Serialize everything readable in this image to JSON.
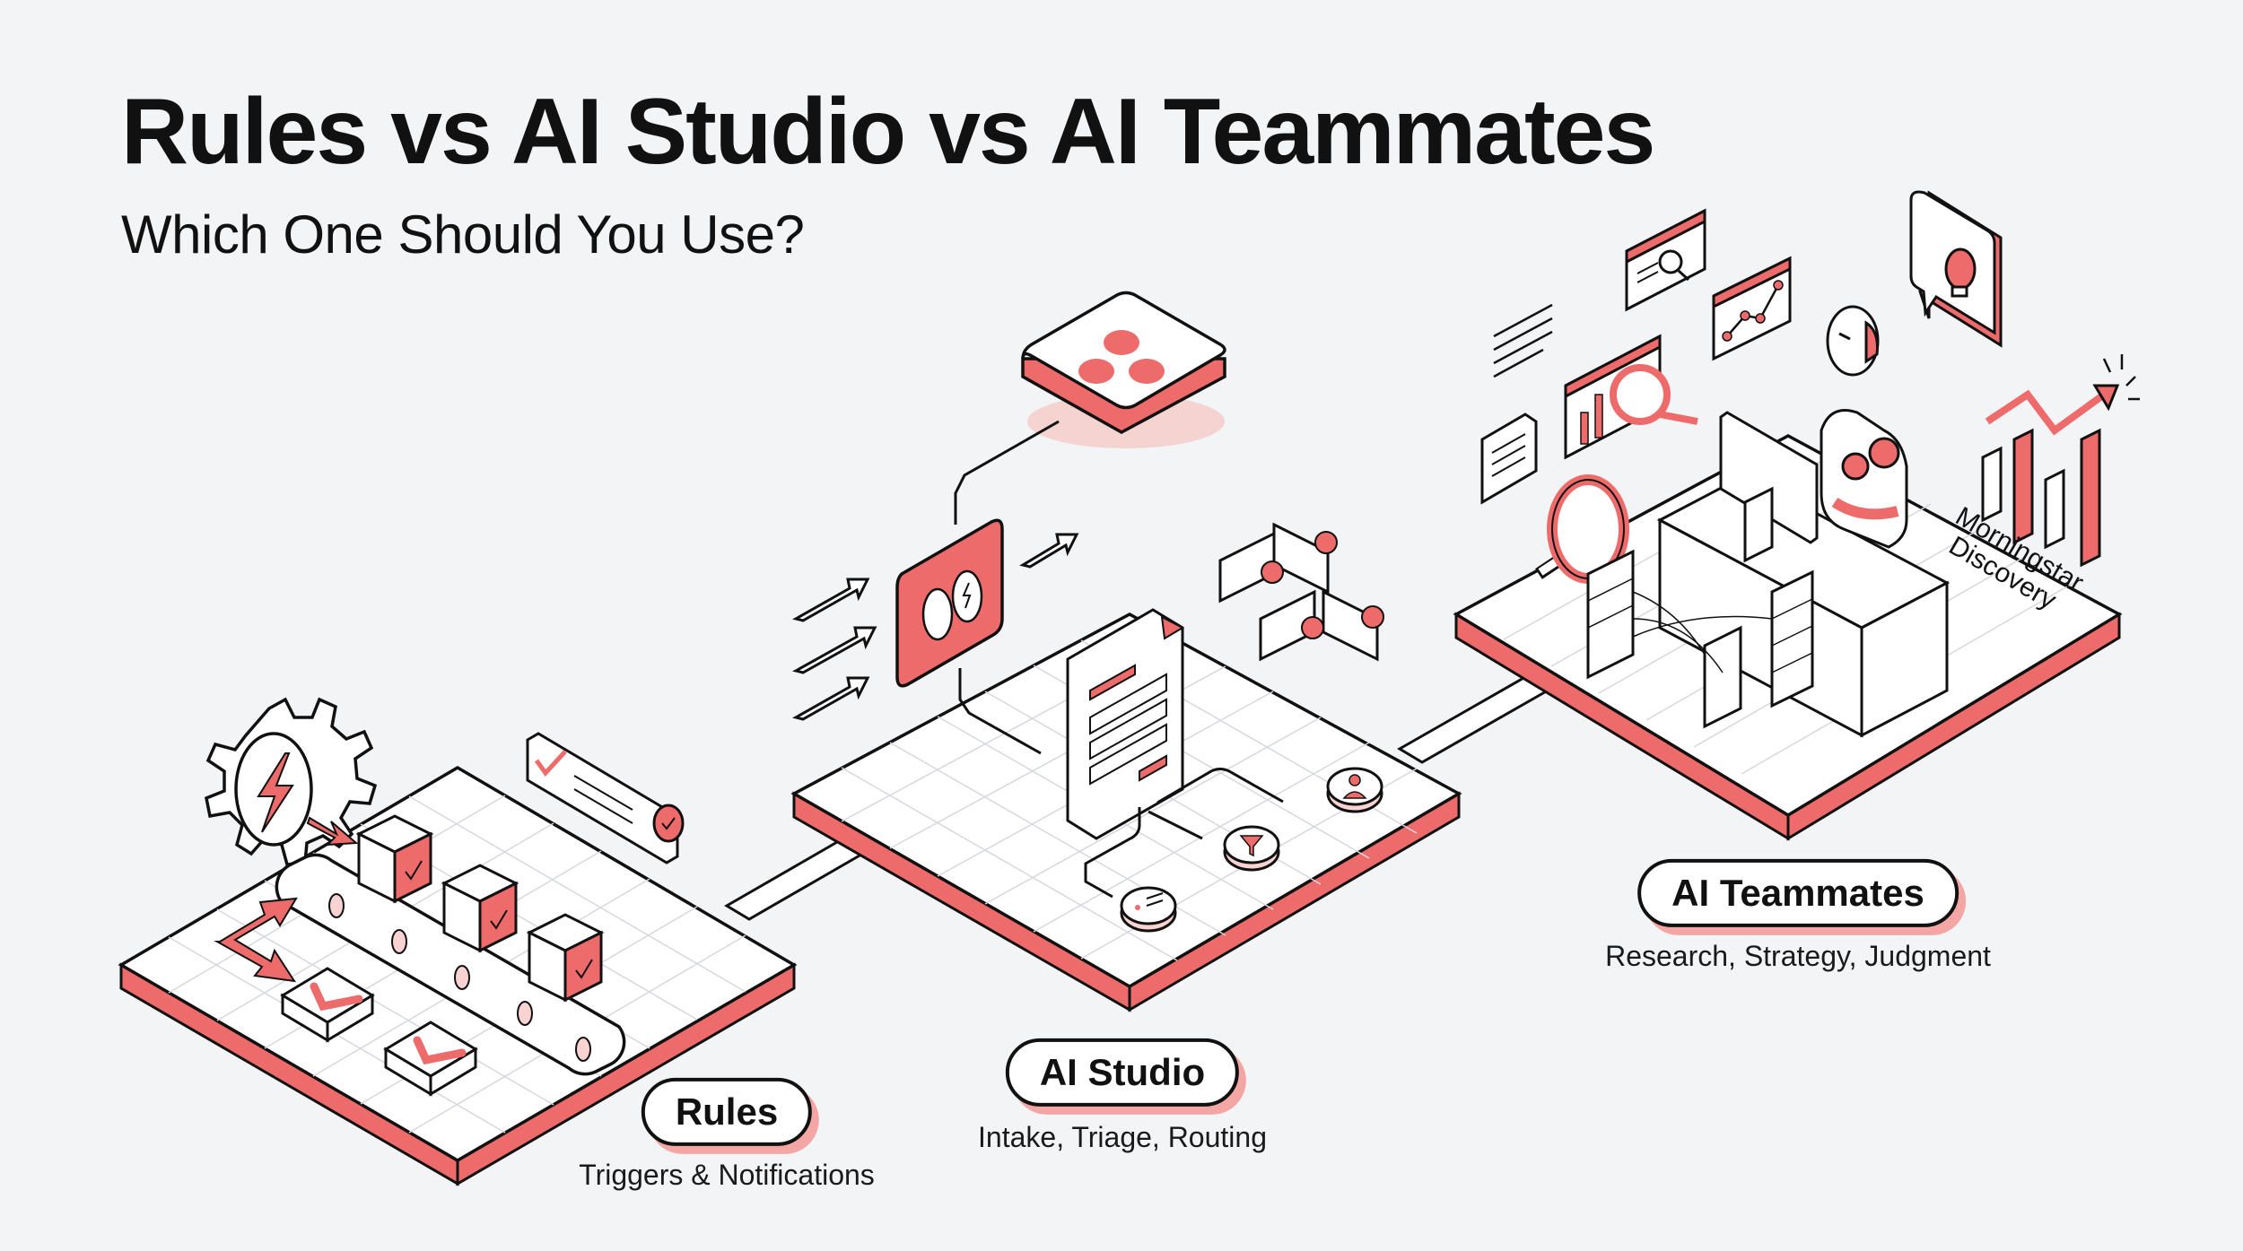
{
  "header": {
    "title": "Rules vs AI Studio vs AI Teammates",
    "subtitle": "Which One Should You Use?"
  },
  "colors": {
    "background": "#F3F4F5",
    "accent": "#EE6B6B",
    "accent_light": "#F3A6A4",
    "ink": "#111111",
    "platform_top": "#FFFFFF",
    "grid": "#D5D8E0"
  },
  "tiers": [
    {
      "label": "Rules",
      "description": "Triggers & Notifications",
      "icons": [
        "gear-lightning-icon",
        "conveyor-belt-icon",
        "package-check-icon",
        "checkbox-tile-icon",
        "notification-check-card-icon",
        "split-arrow-icon"
      ]
    },
    {
      "label": "AI Studio",
      "description": "Intake, Triage, Routing",
      "icons": [
        "asana-logo-tile-icon",
        "brain-chip-icon",
        "incoming-arrows-icon",
        "form-document-icon",
        "email-network-icon",
        "assignee-node-icon",
        "filter-node-icon",
        "list-node-icon"
      ]
    },
    {
      "label": "AI Teammates",
      "description": "Research, Strategy, Judgment",
      "tag": "Morningstar Discovery",
      "tag_line1": "Morningstar",
      "tag_line2": "Discovery",
      "icons": [
        "robot-at-desk-icon",
        "lightbulb-speech-icon",
        "search-window-icon",
        "line-chart-window-icon",
        "bar-chart-magnifier-icon",
        "document-icon",
        "magnifier-database-icon",
        "server-stack-icon",
        "growth-bar-chart-icon"
      ]
    }
  ]
}
